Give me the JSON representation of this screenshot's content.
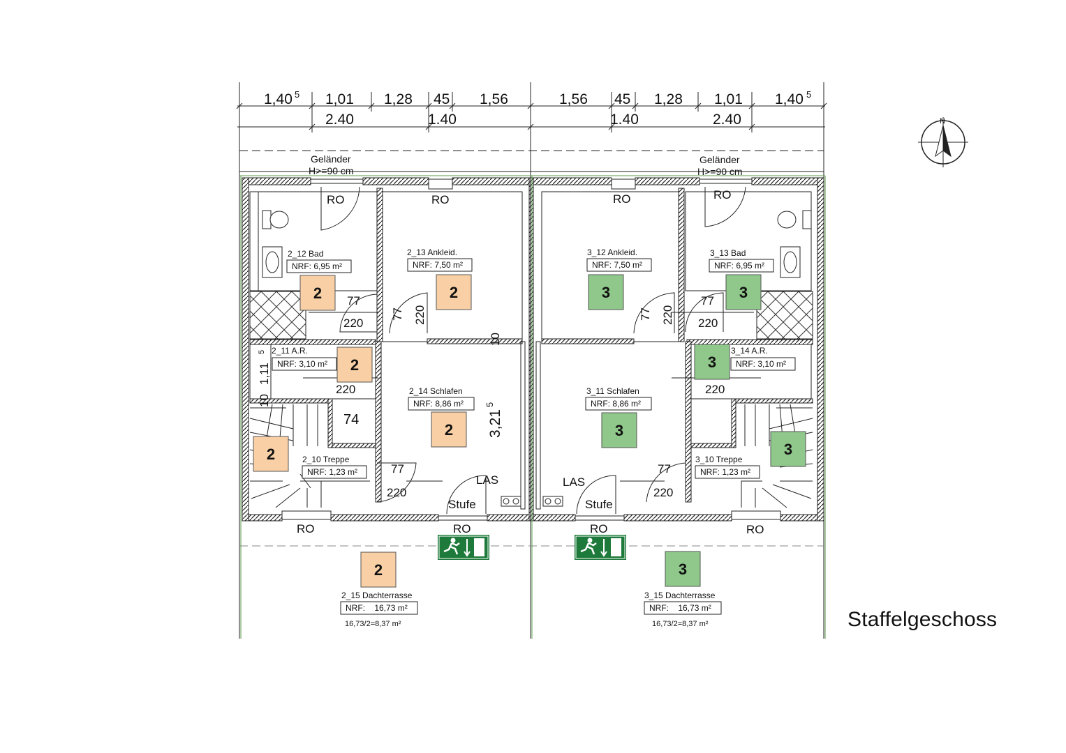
{
  "sheet_title": "Staffelgeschoss",
  "dims_left": {
    "a": "1,40",
    "a_sup": "5",
    "b": "1,01",
    "c": "1,28",
    "d": "45",
    "e": "1,56",
    "f": "2.40",
    "g": "1.40"
  },
  "dims_right": {
    "a": "1,56",
    "b": "45",
    "c": "1,28",
    "d": "1,01",
    "e": "1,40",
    "e_sup": "5",
    "f": "1.40",
    "g": "2.40"
  },
  "railing": {
    "line1": "Geländer",
    "line2": "H>=90 cm"
  },
  "labels": {
    "ro": "RO",
    "las": "LAS",
    "stufe": "Stufe",
    "d220": "220",
    "d77": "77",
    "d74": "74",
    "d10": "10",
    "d1115": "1,11",
    "d1115_sup": "5",
    "d321": "3,21",
    "d321_sup": "5"
  },
  "compass": {
    "north": "N"
  },
  "unit_left": {
    "badge": "2",
    "badge_color": "#f9d0a5",
    "rooms": {
      "bad": {
        "name": "2_12 Bad",
        "nrf": "NRF: 6,95 m²"
      },
      "ankleid": {
        "name": "2_13 Ankleid.",
        "nrf": "NRF: 7,50 m²"
      },
      "ar": {
        "name": "2_11 A.R.",
        "nrf": "NRF: 3,10 m²"
      },
      "schlafen": {
        "name": "2_14 Schlafen",
        "nrf": "NRF: 8,86 m²"
      },
      "treppe": {
        "name": "2_10 Treppe",
        "nrf": "NRF: 1,23 m²"
      },
      "terrasse": {
        "name": "2_15 Dachterrasse",
        "nrf": "NRF:    16,73 m²",
        "calc": "16,73/2=8,37 m²"
      }
    }
  },
  "unit_right": {
    "badge": "3",
    "badge_color": "#8fc88a",
    "rooms": {
      "ankleid": {
        "name": "3_12 Ankleid.",
        "nrf": "NRF: 7,50 m²"
      },
      "bad": {
        "name": "3_13 Bad",
        "nrf": "NRF: 6,95 m²"
      },
      "ar": {
        "name": "3_14 A.R.",
        "nrf": "NRF: 3,10 m²"
      },
      "schlafen": {
        "name": "3_11 Schlafen",
        "nrf": "NRF: 8,86 m²"
      },
      "treppe": {
        "name": "3_10 Treppe",
        "nrf": "NRF: 1,23 m²"
      },
      "terrasse": {
        "name": "3_15 Dachterrasse",
        "nrf": "NRF:    16,73 m²",
        "calc": "16,73/2=8,37 m²"
      }
    }
  },
  "colors": {
    "exit_sign": "#1e7a3a",
    "hatch": "#333333",
    "wall": "#222222"
  }
}
